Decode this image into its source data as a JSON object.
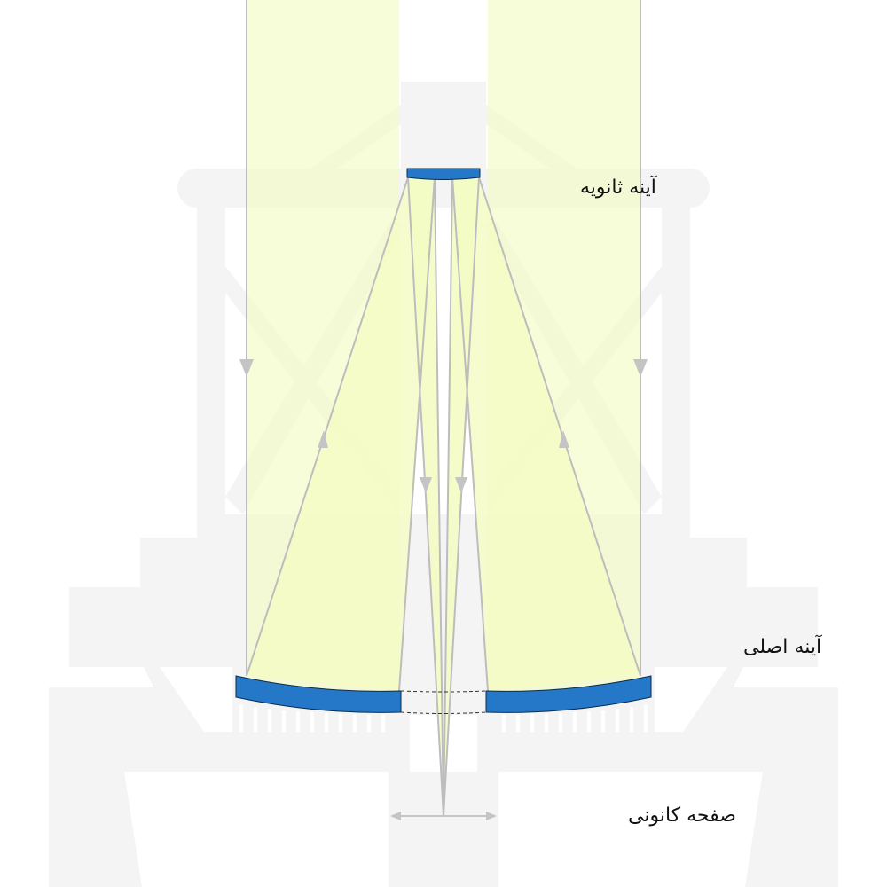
{
  "labels": {
    "secondary_mirror": "آینه ثانویه",
    "primary_mirror": "آینه اصلی",
    "focal_plane": "صفحه کانونی"
  },
  "colors": {
    "mirror": "#2478c7",
    "mirror_edge": "#0d2c4a",
    "beam_fill": "#f4fcc4",
    "ray": "#bdbdbd",
    "structure": "#f4f4f4",
    "arrow": "#c4c4c4",
    "text": "#111111"
  }
}
